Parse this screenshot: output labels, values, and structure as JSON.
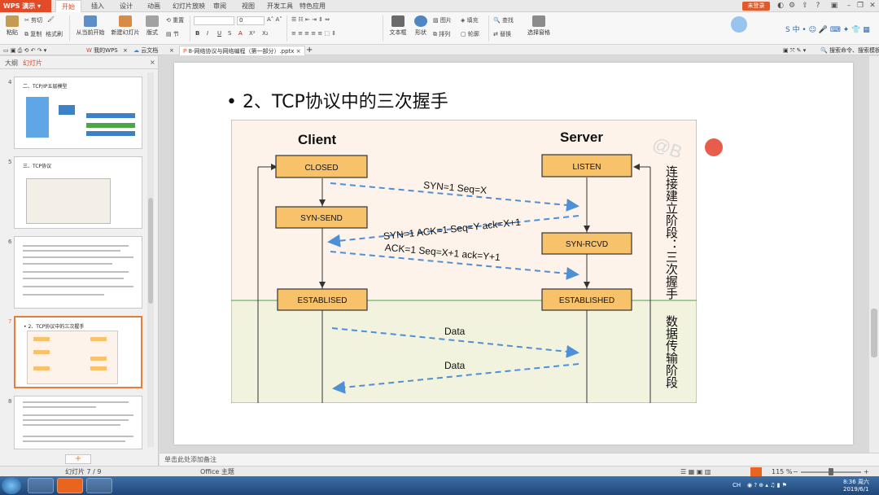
{
  "titlebar": {
    "app_name": "WPS 演示",
    "tabs": [
      "开始",
      "插入",
      "设计",
      "动画",
      "幻灯片放映",
      "审阅",
      "视图",
      "开发工具",
      "特色应用"
    ],
    "login": "未登录",
    "menu_arrow": "▾"
  },
  "ribbon": {
    "paste": "粘贴",
    "cut": "剪切",
    "copy": "复制",
    "format_painter": "格式刷",
    "from_current": "从当前开始",
    "new_slide": "新建幻灯片",
    "layout": "版式",
    "section": "节",
    "reset": "重置",
    "font_size_value": "0",
    "font_name_value": "",
    "text_box": "文本框",
    "shape": "形状",
    "arrange": "排列",
    "picture": "图片",
    "fill": "填充",
    "outline": "轮廓",
    "find": "查找",
    "replace": "替换",
    "select_pane": "选择窗格",
    "bold": "B",
    "italic": "I",
    "underline": "U",
    "strike": "S",
    "superscript": "X²",
    "subscript": "X₂"
  },
  "tabstrip": {
    "my_wps": "我的WPS",
    "cloud_doc": "云文档",
    "active_doc": "8-网络协议与网络编程（第一部分）.pptx",
    "search_hint": "搜索命令、搜索模板",
    "close_glyph": "×",
    "add_glyph": "+"
  },
  "leftpanel": {
    "tabs": [
      "大纲",
      "幻灯片"
    ],
    "close_glyph": "×",
    "add_glyph": "+",
    "thumbs": [
      {
        "num": "4",
        "title": "二、TCP/IP五层模型"
      },
      {
        "num": "5",
        "title": "三、TCP协议"
      },
      {
        "num": "6",
        "title": ""
      },
      {
        "num": "7",
        "title": "• 2、TCP协议中的三次握手"
      },
      {
        "num": "8",
        "title": ""
      }
    ]
  },
  "slide": {
    "title": "• 2、TCP协议中的三次握手"
  },
  "diagram": {
    "client_label": "Client",
    "server_label": "Server",
    "watermark": "@B",
    "client_states": [
      "CLOSED",
      "SYN-SEND",
      "ESTABLISED"
    ],
    "server_states": [
      "LISTEN",
      "SYN-RCVD",
      "ESTABLISHED"
    ],
    "msg1": "SYN=1  Seq=X",
    "msg2": "SYN=1  ACK=1  Seq=Y  ack=X+1",
    "msg3": "ACK=1  Seq=X+1  ack=Y+1",
    "data1": "Data",
    "data2": "Data",
    "phase1": "连接建立阶段：三次握手",
    "phase2": "数据传输阶段",
    "colors": {
      "box_fill": "#f8c26b",
      "box_stroke": "#333333",
      "top_bg": "#fdf3ea",
      "bottom_bg": "#f1f3df",
      "arrow_blue": "#4f8fd6"
    }
  },
  "notes": {
    "placeholder": "单击此处添加备注"
  },
  "statusbar": {
    "slide_counter": "幻灯片 7 / 9",
    "theme": "Office 主题",
    "zoom": "115 %",
    "zoom_minus": "−",
    "zoom_plus": "+"
  },
  "taskbar": {
    "time": "8:36 周六",
    "date": "2019/6/1",
    "tray_lang": "CH"
  }
}
